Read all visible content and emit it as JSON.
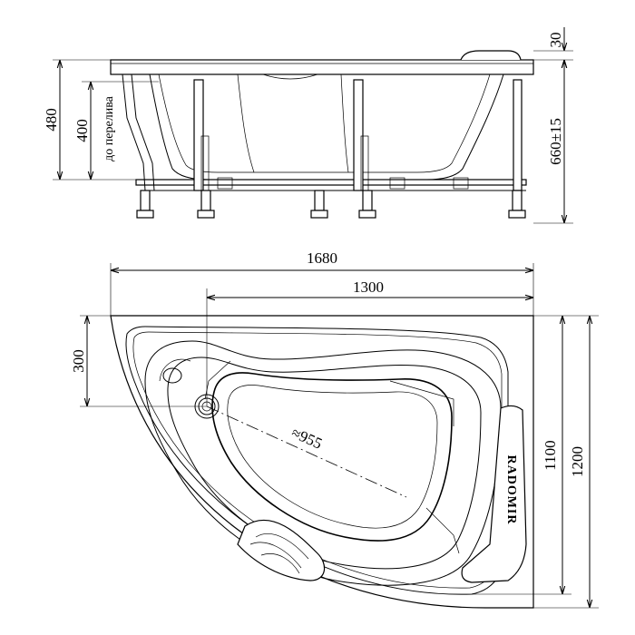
{
  "side_view": {
    "dim_top_thickness": "30",
    "dim_total_height": "480",
    "dim_overflow_height": "400",
    "overflow_note": "до перелива",
    "dim_leg_height": "660±15"
  },
  "plan_view": {
    "dim_overall_length": "1680",
    "dim_inner_length": "1300",
    "dim_drain_offset": "300",
    "dim_diagonal": "≈955",
    "dim_inner_width": "1100",
    "dim_overall_width": "1200",
    "brand_logo_text": "RADOMIR"
  }
}
